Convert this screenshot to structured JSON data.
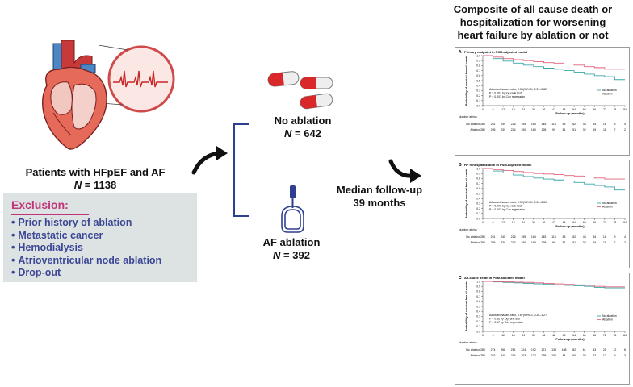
{
  "left": {
    "patients_title": "Patients with HFpEF and AF",
    "patients_n_prefix": "N",
    "patients_n_value": " = 1138",
    "exclusion": {
      "title": "Exclusion:",
      "items": [
        "Prior history of ablation",
        "Metastatic cancer",
        "Hemodialysis",
        "Atrioventricular node ablation",
        "Drop-out"
      ]
    }
  },
  "middle": {
    "no_ablation": {
      "label": "No ablation",
      "n_prefix": "N",
      "n_value": " = 642"
    },
    "af_ablation": {
      "label": "AF ablation",
      "n_prefix": "N",
      "n_value": " = 392"
    },
    "followup_line1": "Median follow-up",
    "followup_line2": "39 months"
  },
  "right": {
    "title_line1": "Composite of all cause death or",
    "title_line2": "hospitalization for worsening",
    "title_line3": "heart failure by ablation or not"
  },
  "colors": {
    "no_ablation": "#3aa6a8",
    "ablation": "#e0607a",
    "exclusion_title": "#c0357a",
    "exclusion_items": "#3c4796",
    "exclusion_bg": "#dde3e2",
    "bracket": "#2d3f8f"
  },
  "chart_data": [
    {
      "type": "line",
      "letter": "A",
      "title": "Primary endpoint in PSM-adjusted model",
      "xlabel": "Follow-up (months)",
      "ylabel": "Probability of survival free of events",
      "xlim": [
        0,
        84
      ],
      "ylim": [
        0,
        1.0
      ],
      "x_ticks": [
        0,
        6,
        12,
        18,
        24,
        30,
        36,
        42,
        48,
        54,
        60,
        66,
        72,
        78,
        84
      ],
      "y_ticks": [
        0,
        0.1,
        0.2,
        0.3,
        0.4,
        0.5,
        0.6,
        0.7,
        0.8,
        0.9,
        1.0
      ],
      "series": [
        {
          "name": "No ablation",
          "color": "#3aa6a8",
          "x": [
            0,
            6,
            12,
            18,
            24,
            30,
            36,
            42,
            48,
            54,
            60,
            66,
            72,
            78,
            84
          ],
          "y": [
            1.0,
            0.94,
            0.89,
            0.85,
            0.81,
            0.78,
            0.75,
            0.73,
            0.7,
            0.67,
            0.63,
            0.6,
            0.58,
            0.52,
            0.52
          ]
        },
        {
          "name": "Ablation",
          "color": "#e0607a",
          "x": [
            0,
            6,
            12,
            18,
            24,
            30,
            36,
            42,
            48,
            54,
            60,
            66,
            72,
            78,
            84
          ],
          "y": [
            1.0,
            0.97,
            0.94,
            0.92,
            0.9,
            0.88,
            0.86,
            0.85,
            0.83,
            0.81,
            0.78,
            0.76,
            0.73,
            0.73,
            0.73
          ]
        }
      ],
      "annotation": [
        "Adjusted hazard ratio, 0.55(95%CI, 0.37–0.82)",
        "P = 0.003 by log-rank test",
        "P = 0.003 by Cox regression"
      ],
      "risk_label": "Number at risk",
      "risk_rows": [
        {
          "name": "No ablation",
          "values": [
            "280",
            "261",
            "245",
            "226",
            "195",
            "164",
            "145",
            "115",
            "85",
            "62",
            "44",
            "34",
            "16",
            "9",
            "4"
          ]
        },
        {
          "name": "Ablation",
          "values": [
            "280",
            "255",
            "239",
            "224",
            "190",
            "160",
            "128",
            "99",
            "81",
            "51",
            "32",
            "19",
            "11",
            "7",
            "2"
          ]
        }
      ]
    },
    {
      "type": "line",
      "letter": "B",
      "title": "HF rehospitalization in PSM-adjusted model",
      "xlabel": "Follow-up (months)",
      "ylabel": "Probability of survival free of events",
      "xlim": [
        0,
        84
      ],
      "ylim": [
        0,
        1.0
      ],
      "x_ticks": [
        0,
        6,
        12,
        18,
        24,
        30,
        36,
        42,
        48,
        54,
        60,
        66,
        72,
        78,
        84
      ],
      "y_ticks": [
        0,
        0.1,
        0.2,
        0.3,
        0.4,
        0.5,
        0.6,
        0.7,
        0.8,
        0.9,
        1.0
      ],
      "series": [
        {
          "name": "No ablation",
          "color": "#3aa6a8",
          "x": [
            0,
            6,
            12,
            18,
            24,
            30,
            36,
            42,
            48,
            54,
            60,
            66,
            72,
            78,
            84
          ],
          "y": [
            1.0,
            0.95,
            0.91,
            0.87,
            0.84,
            0.81,
            0.79,
            0.77,
            0.75,
            0.72,
            0.69,
            0.66,
            0.63,
            0.57,
            0.57
          ]
        },
        {
          "name": "Ablation",
          "color": "#e0607a",
          "x": [
            0,
            6,
            12,
            18,
            24,
            30,
            36,
            42,
            48,
            54,
            60,
            66,
            72,
            78,
            84
          ],
          "y": [
            1.0,
            0.98,
            0.96,
            0.94,
            0.92,
            0.9,
            0.89,
            0.88,
            0.86,
            0.85,
            0.83,
            0.81,
            0.79,
            0.79,
            0.79
          ]
        }
      ],
      "annotation": [
        "Adjusted hazard ratio, 0.52(95%CI, 0.34–0.80)",
        "P = 0.003 by log-rank test",
        "P = 0.003 by Cox regression"
      ],
      "risk_label": "Number at risk",
      "risk_rows": [
        {
          "name": "No ablation",
          "values": [
            "280",
            "261",
            "245",
            "226",
            "195",
            "164",
            "145",
            "115",
            "85",
            "62",
            "44",
            "34",
            "16",
            "9",
            "4"
          ]
        },
        {
          "name": "Ablation",
          "values": [
            "280",
            "255",
            "239",
            "224",
            "190",
            "160",
            "128",
            "99",
            "81",
            "51",
            "32",
            "19",
            "11",
            "7",
            "2"
          ]
        }
      ]
    },
    {
      "type": "line",
      "letter": "C",
      "title": "All-cause death in PSM-adjusted model",
      "xlabel": "Follow-up (months)",
      "ylabel": "Probability of survival free of events",
      "xlim": [
        0,
        84
      ],
      "ylim": [
        0,
        1.0
      ],
      "x_ticks": [
        0,
        6,
        12,
        18,
        24,
        30,
        36,
        42,
        48,
        54,
        60,
        66,
        72,
        78,
        84
      ],
      "y_ticks": [
        0,
        0.1,
        0.2,
        0.3,
        0.4,
        0.5,
        0.6,
        0.7,
        0.8,
        0.9,
        1.0
      ],
      "series": [
        {
          "name": "No ablation",
          "color": "#3aa6a8",
          "x": [
            0,
            6,
            12,
            18,
            24,
            30,
            36,
            42,
            48,
            54,
            60,
            66,
            72,
            78,
            84
          ],
          "y": [
            1.0,
            0.99,
            0.98,
            0.97,
            0.96,
            0.95,
            0.94,
            0.93,
            0.92,
            0.91,
            0.9,
            0.88,
            0.87,
            0.87,
            0.87
          ]
        },
        {
          "name": "Ablation",
          "color": "#e0607a",
          "x": [
            0,
            6,
            12,
            18,
            24,
            30,
            36,
            42,
            48,
            54,
            60,
            66,
            72,
            78,
            84
          ],
          "y": [
            1.0,
            0.995,
            0.99,
            0.985,
            0.98,
            0.97,
            0.96,
            0.95,
            0.94,
            0.93,
            0.92,
            0.9,
            0.89,
            0.89,
            0.89
          ]
        }
      ],
      "annotation": [
        "Adjusted hazard ratio, 0.67(95%CI, 0.26–1.27)",
        "P = 0.16 by log-rank test",
        "P = 0.17 by Cox regression"
      ],
      "risk_label": "Number at risk",
      "risk_rows": [
        {
          "name": "No ablation",
          "values": [
            "280",
            "274",
            "268",
            "251",
            "224",
            "192",
            "171",
            "138",
            "108",
            "82",
            "61",
            "43",
            "25",
            "12",
            "6"
          ]
        },
        {
          "name": "Ablation",
          "values": [
            "280",
            "262",
            "240",
            "234",
            "203",
            "172",
            "138",
            "107",
            "84",
            "60",
            "38",
            "22",
            "13",
            "9",
            "3"
          ]
        }
      ]
    }
  ]
}
